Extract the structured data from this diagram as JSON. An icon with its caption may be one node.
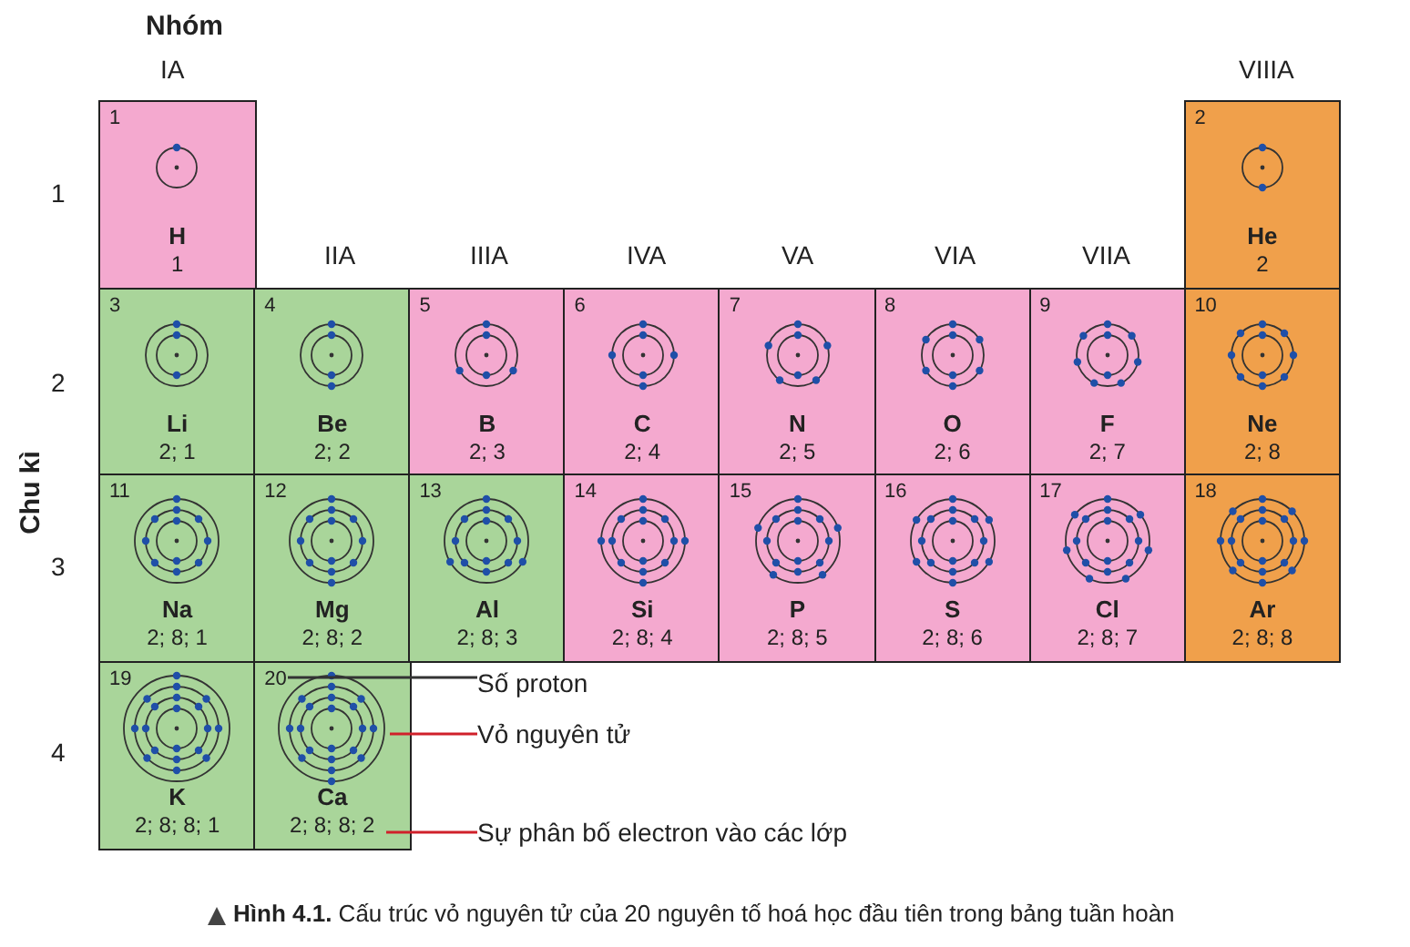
{
  "diagram": {
    "caption": "**Hình 4.1.** Cấu trúc vỏ nguyên tử của 20 nguyên tố hoá học đầu tiên trong bảng tuần hoàn",
    "nodes": [
      {
        "text": [
          "1",
          "H",
          "1"
        ]
      },
      {
        "text": [
          "2",
          "He",
          "2"
        ]
      },
      {
        "text": [
          "3",
          "Li",
          "2; 1"
        ]
      },
      {
        "text": [
          "4",
          "Be",
          "2; 2"
        ]
      },
      {
        "text": [
          "5",
          "B",
          "2; 3"
        ]
      },
      {
        "text": [
          "6",
          "C",
          "2; 4"
        ]
      },
      {
        "text": [
          "7",
          "N",
          "2; 5"
        ]
      },
      {
        "text": [
          "8",
          "O",
          "2; 6"
        ]
      },
      {
        "text": [
          "9",
          "F",
          "2; 7"
        ]
      },
      {
        "text": [
          "10",
          "Ne",
          "2; 8"
        ]
      },
      {
        "text": [
          "11",
          "Na",
          "2; 8; 1"
        ]
      },
      {
        "text": [
          "12",
          "Mg",
          "2; 8; 2"
        ]
      },
      {
        "text": [
          "13",
          "Al",
          "2; 8; 3"
        ]
      },
      {
        "text": [
          "14",
          "Si",
          "2; 8; 4"
        ]
      },
      {
        "text": [
          "15",
          "P",
          "2; 8; 5"
        ]
      },
      {
        "text": [
          "16",
          "S",
          "2; 8; 6"
        ]
      },
      {
        "text": [
          "17",
          "Cl",
          "2; 8; 7"
        ]
      },
      {
        "text": [
          "18",
          "Ar",
          "2; 8; 8"
        ]
      },
      {
        "text": [
          "19",
          "K",
          "2; 8; 8; 1"
        ]
      },
      {
        "text": [
          "20",
          "Ca",
          "2; 8; 8; 2"
        ]
      },
      {
        "text": [
          "Số proton"
        ]
      },
      {
        "text": [
          "Vỏ nguyên tử"
        ]
      },
      {
        "text": [
          "Sự phân bố electron vào các lớp"
        ]
      }
    ],
    "edges": [
      {
        "from": 20,
        "to": 19,
        "arrow": "none",
        "color": "#333333"
      },
      {
        "from": 21,
        "to": 19,
        "arrow": "none"
      },
      {
        "from": 22,
        "to": 19,
        "arrow": "none"
      }
    ],
    "labels": [
      "Nhóm",
      "IA",
      "VIIIA",
      "1",
      "IIA",
      "IIIA",
      "IVA",
      "VA",
      "VIA",
      "VIIA",
      "2",
      "Chu kì",
      "3",
      "4"
    ]
  }
}
